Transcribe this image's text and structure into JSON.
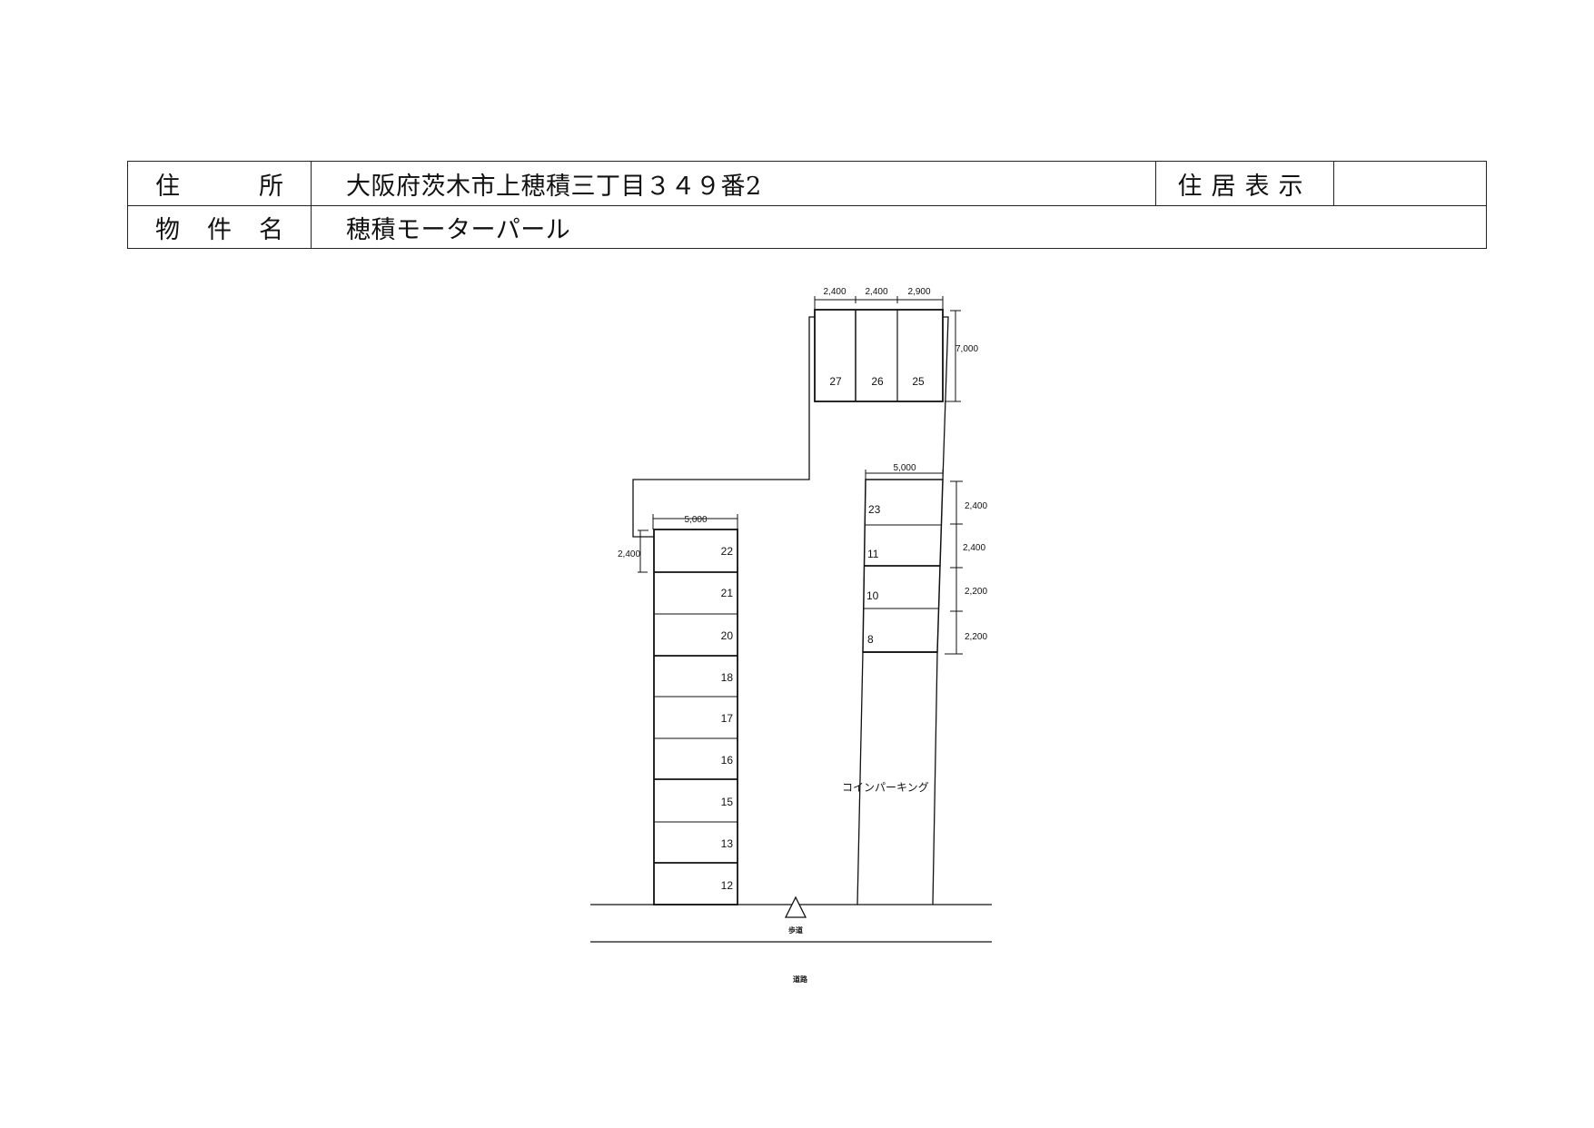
{
  "header": {
    "address_label": [
      "住",
      "所"
    ],
    "address_value": "大阪府茨木市上穂積三丁目３４９番2",
    "residence_label": "住居表示",
    "residence_value": "",
    "property_label": [
      "物",
      "件",
      "名"
    ],
    "property_value": "穂積モーターパール"
  },
  "plan": {
    "top_block": {
      "dims_top": [
        "2,400",
        "2,400",
        "2,900"
      ],
      "dim_side": "7,000",
      "spaces": [
        "27",
        "26",
        "25"
      ]
    },
    "right_block": {
      "dim_top": "5,000",
      "dims_side": [
        "2,400",
        "2,400",
        "2,200",
        "2,200"
      ],
      "spaces": [
        "23",
        "11",
        "10",
        "8"
      ]
    },
    "left_block": {
      "dim_top": "5,000",
      "dim_side": "2,400",
      "spaces": [
        "22",
        "21",
        "20",
        "18",
        "17",
        "16",
        "15",
        "13",
        "12"
      ]
    },
    "labels": {
      "coin_parking": "コインパーキング",
      "sidewalk": "歩道",
      "road": "道路"
    }
  }
}
